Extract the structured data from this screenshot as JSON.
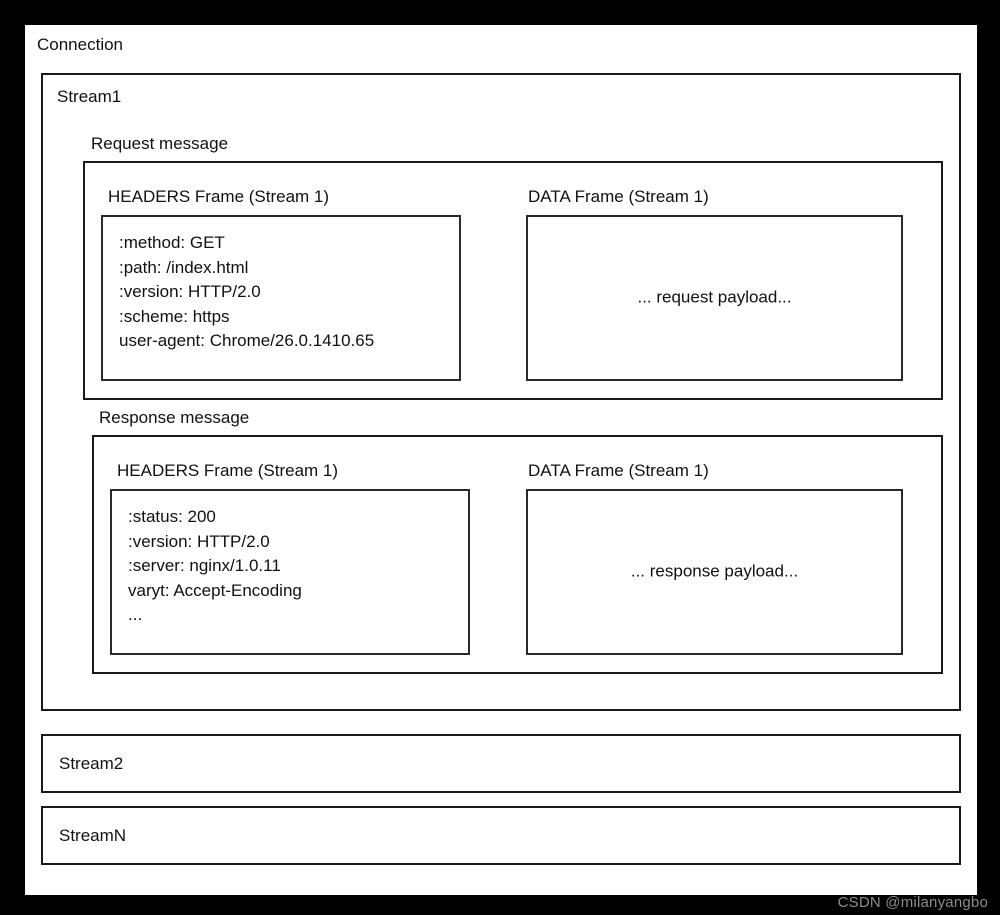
{
  "diagram": {
    "connection_label": "Connection",
    "stream1": {
      "label": "Stream1",
      "request": {
        "label": "Request message",
        "headers_frame": {
          "title": "HEADERS Frame (Stream 1)",
          "fields": [
            ":method: GET",
            ":path: /index.html",
            ":version: HTTP/2.0",
            ":scheme: https",
            "user-agent: Chrome/26.0.1410.65"
          ]
        },
        "data_frame": {
          "title": "DATA Frame (Stream 1)",
          "payload": "... request payload..."
        }
      },
      "response": {
        "label": "Response message",
        "headers_frame": {
          "title": "HEADERS Frame (Stream 1)",
          "fields": [
            ":status: 200",
            ":version: HTTP/2.0",
            ":server: nginx/1.0.11",
            "varyt: Accept-Encoding",
            "..."
          ]
        },
        "data_frame": {
          "title": "DATA Frame (Stream 1)",
          "payload": "... response payload..."
        }
      }
    },
    "stream2_label": "Stream2",
    "streamN_label": "StreamN"
  },
  "watermark": {
    "text": "CSDN @milanyangbo"
  },
  "colors": {
    "frame_border": "#1a1a1a",
    "inner_border": "#2a2a2a",
    "canvas": "#ffffff",
    "outer": "#000000",
    "watermark": "#8d8d8d"
  }
}
